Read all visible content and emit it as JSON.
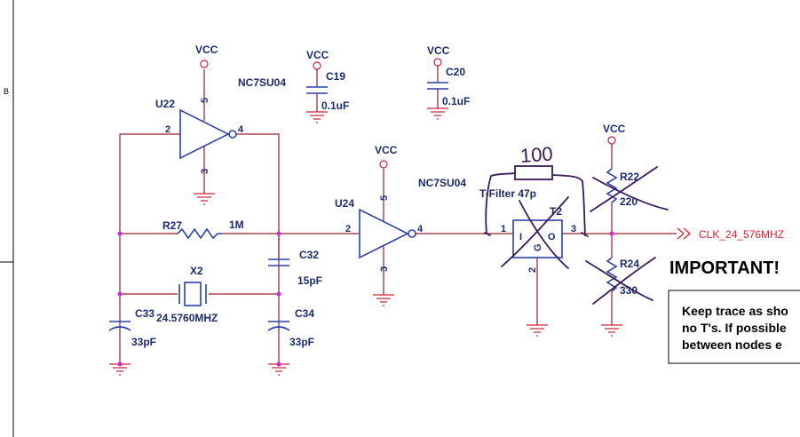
{
  "border": {
    "zone_label": "B"
  },
  "power": {
    "vcc": "VCC"
  },
  "parts": {
    "u22": {
      "ref": "U22",
      "pin_in": "2",
      "pin_out": "4",
      "pin_vcc": "5",
      "pin_gnd": "3"
    },
    "u24": {
      "ref": "U24",
      "pin_in": "2",
      "pin_out": "4",
      "pin_vcc": "5",
      "pin_gnd": "3"
    },
    "inverter_part": "NC7SU04",
    "c19": {
      "ref": "C19",
      "value": "0.1uF"
    },
    "c20": {
      "ref": "C20",
      "value": "0.1uF"
    },
    "r27": {
      "ref": "R27",
      "value": "1M"
    },
    "c32": {
      "ref": "C32",
      "value": "15pF"
    },
    "x2": {
      "ref": "X2",
      "value": "24.5760MHZ"
    },
    "c33": {
      "ref": "C33",
      "value": "33pF"
    },
    "c34": {
      "ref": "C34",
      "value": "33pF"
    },
    "t2": {
      "ref": "T2",
      "label": "T-Filter 47p",
      "pin_in": "1",
      "pin_out": "3",
      "pin_gnd": "2",
      "letter_i": "I",
      "letter_o": "O",
      "letter_g": "G"
    },
    "r22": {
      "ref": "R22",
      "value": "220"
    },
    "r24": {
      "ref": "R24",
      "value": "330"
    }
  },
  "net": {
    "clk": "CLK_24_576MHZ"
  },
  "handwritten": {
    "bypass_value": "100"
  },
  "note": {
    "heading": "IMPORTANT!",
    "line1": "Keep trace as sho",
    "line2": "no T's. If possible",
    "line3": "between nodes e"
  },
  "colors": {
    "wire": "#9a1c2c",
    "component": "#2a3fa8",
    "net_label": "#e0202a",
    "junction": "#d22ad2",
    "handwriting": "#3a1a5a"
  }
}
